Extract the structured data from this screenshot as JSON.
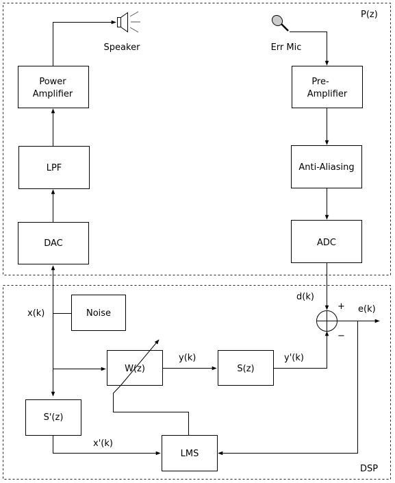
{
  "regions": {
    "acoustic": "P(z)",
    "dsp": "DSP"
  },
  "blocks": {
    "power_amp_line1": "Power",
    "power_amp_line2": "Amplifier",
    "lpf": "LPF",
    "dac": "DAC",
    "pre_amp_line1": "Pre-",
    "pre_amp_line2": "Amplifier",
    "anti_aliasing": "Anti-Aliasing",
    "adc": "ADC",
    "noise": "Noise",
    "wz": "W(z)",
    "sz": "S(z)",
    "s_hat_z": "S'(z)",
    "lms": "LMS"
  },
  "devices": {
    "speaker": "Speaker",
    "err_mic": "Err Mic"
  },
  "signals": {
    "xk": "x(k)",
    "yk": "y(k)",
    "y_prime_k": "y'(k)",
    "dk": "d(k)",
    "ek": "e(k)",
    "x_prime_k": "x'(k)",
    "plus": "+",
    "minus": "−"
  }
}
